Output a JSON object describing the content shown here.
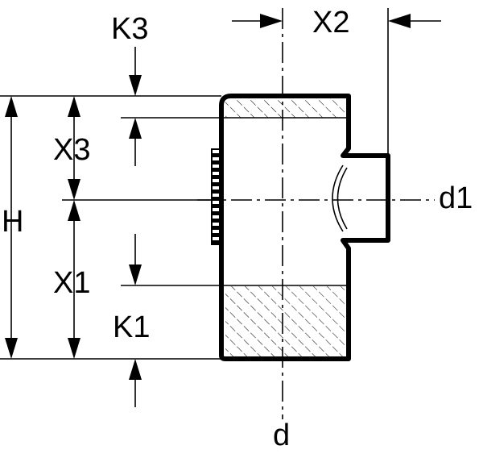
{
  "diagram": {
    "labels": {
      "k3": "K3",
      "x2": "X2",
      "x3": "X3",
      "h": "H",
      "d1": "d1",
      "x1": "X1",
      "k1": "K1",
      "d": "d"
    }
  }
}
